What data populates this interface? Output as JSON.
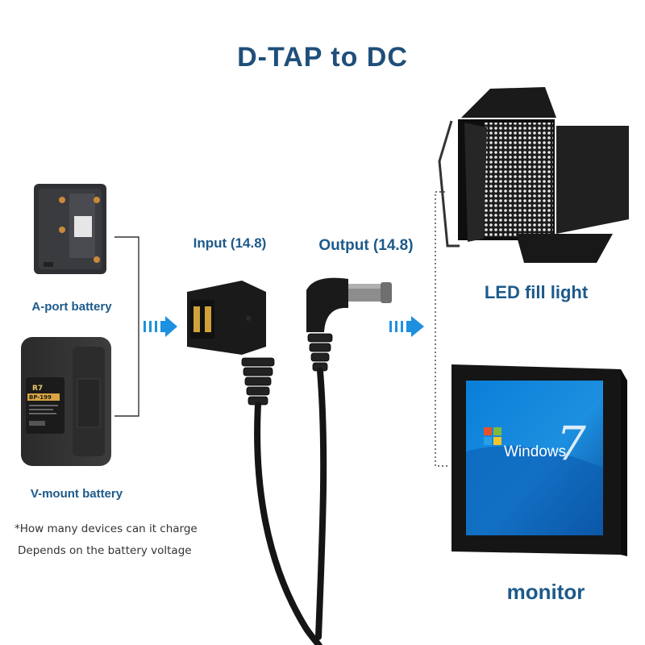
{
  "title": "D-TAP to DC",
  "labels": {
    "a_port": "A-port battery",
    "v_mount": "V-mount battery",
    "input": "Input (14.8)",
    "output": "Output (14.8)",
    "led": "LED fill light",
    "monitor": "monitor"
  },
  "note": {
    "line1": "*How many devices can it charge",
    "line2": "Depends on the battery voltage"
  },
  "product_text": {
    "battery_brand": "R7",
    "battery_model": "BP-199",
    "screen_logo": "Windows",
    "screen_version": "7"
  },
  "colors": {
    "title": "#1f4f7a",
    "label_blue": "#1d5a8a",
    "arrow": "#1e90e0",
    "cable": "#151515"
  }
}
